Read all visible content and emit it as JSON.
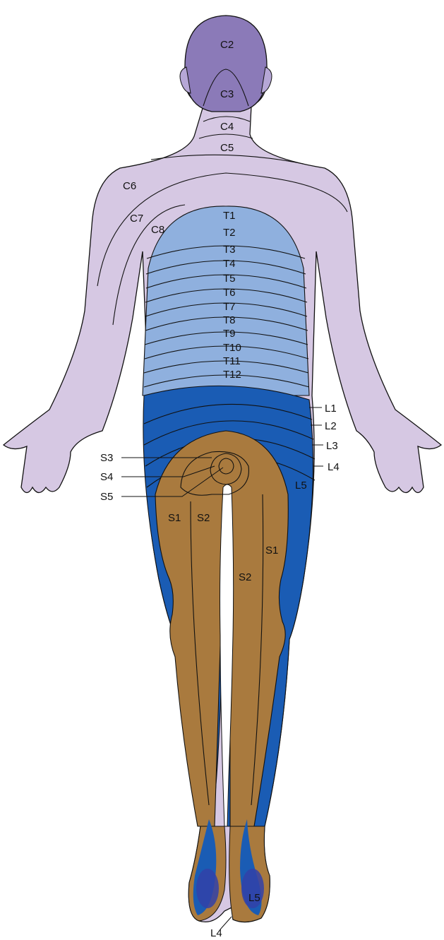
{
  "colors": {
    "cervical": "#d6c8e3",
    "head": "#8b7ab8",
    "thoracic": "#8fb0de",
    "lumbar": "#1a5cb4",
    "sacral": "#a97a3e",
    "foot_dark": "#3341a8",
    "outline": "#111111"
  },
  "labels": {
    "c2": "C2",
    "c3": "C3",
    "c4": "C4",
    "c5": "C5",
    "c6": "C6",
    "c7": "C7",
    "c8": "C8",
    "t1": "T1",
    "t2": "T2",
    "t3": "T3",
    "t4": "T4",
    "t5": "T5",
    "t6": "T6",
    "t7": "T7",
    "t8": "T8",
    "t9": "T9",
    "t10": "T10",
    "t11": "T11",
    "t12": "T12",
    "l1": "L1",
    "l2": "L2",
    "l3": "L3",
    "l4": "L4",
    "l5": "L5",
    "s1": "S1",
    "s2": "S2",
    "s3": "S3",
    "s4": "S4",
    "s5": "S5"
  }
}
